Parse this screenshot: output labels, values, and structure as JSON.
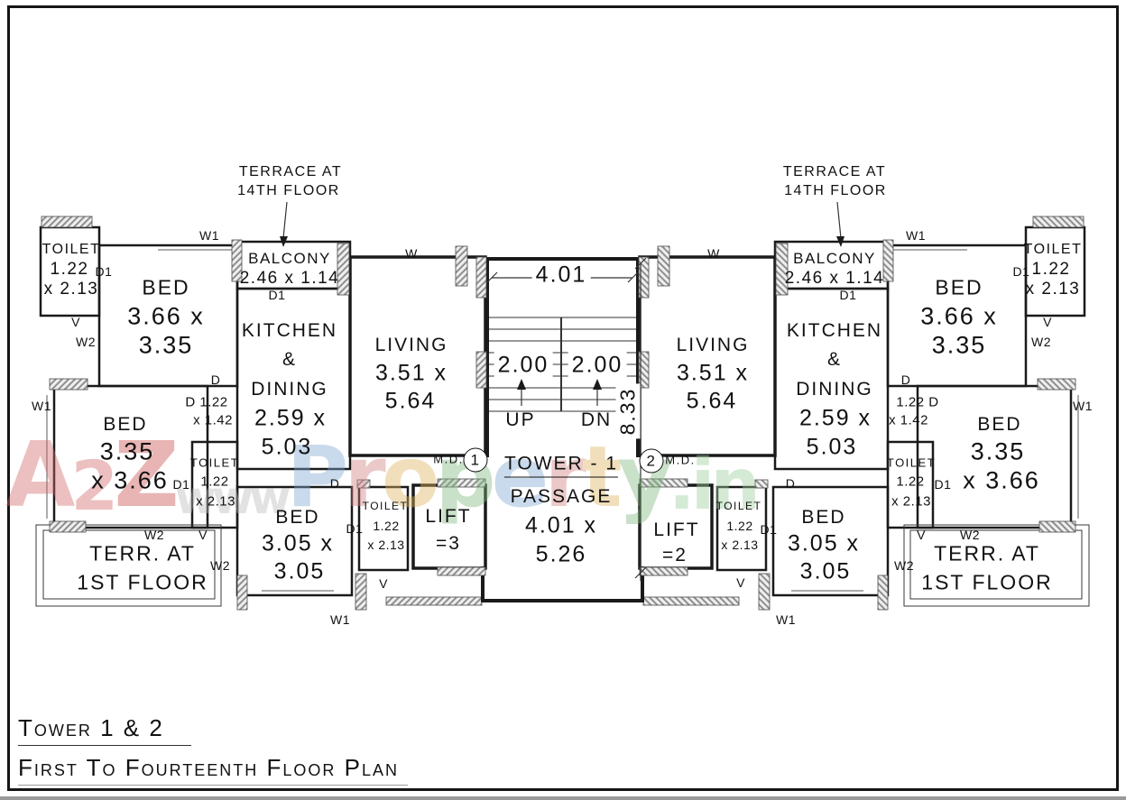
{
  "page": {
    "title_line1": "Tower 1 & 2",
    "title_line2": "First To Fourteenth  Floor Plan"
  },
  "callout": {
    "line1": "TERRACE AT",
    "line2": "14TH FLOOR"
  },
  "rooms": {
    "toilet": {
      "name": "TOILET",
      "d1": "1.22",
      "d2": "x 2.13"
    },
    "bed_top": {
      "name": "BED",
      "d1": "3.66 x",
      "d2": "3.35"
    },
    "balcony": {
      "name": "BALCONY",
      "d": "2.46 x 1.14"
    },
    "kitchen": {
      "l1": "KITCHEN",
      "l2": "&",
      "l3": "DINING",
      "d1": "2.59 x",
      "d2": "5.03"
    },
    "living": {
      "name": "LIVING",
      "d1": "3.51 x",
      "d2": "5.64"
    },
    "bed_mid": {
      "name": "BED",
      "d1": "3.35",
      "d2": "x 3.66"
    },
    "terrace": {
      "l1": "TERR. AT",
      "l2": "1ST FLOOR"
    },
    "bed_small": {
      "name": "BED",
      "d1": "3.05 x",
      "d2": "3.05"
    },
    "lift3": {
      "name": "LIFT",
      "count": "=3"
    },
    "lift2": {
      "name": "LIFT",
      "count": "=2"
    }
  },
  "core": {
    "dim_width": "4.01",
    "dim_flight": "2.00",
    "up": "UP",
    "dn": "DN",
    "dim_height": "8.33",
    "tower_label": "TOWER - 1",
    "passage_name": "PASSAGE",
    "passage_d1": "4.01 x",
    "passage_d2": "5.26",
    "main_door": "M.D.",
    "entry1": "1",
    "entry2": "2"
  },
  "tags": {
    "w": "W",
    "w1": "W1",
    "w2": "W2",
    "v": "V",
    "d": "D",
    "d1": "D1"
  },
  "door_note_left": {
    "l1": "D 1.22",
    "l2": "x 1.42"
  },
  "door_note_right": {
    "l1": "1.22 D",
    "l2": "x 1.42"
  },
  "watermark": {
    "letters": [
      {
        "ch": "A",
        "c": "#d46a6a",
        "s": 100
      },
      {
        "ch": "2",
        "c": "#d46a6a",
        "s": 76
      },
      {
        "ch": "Z",
        "c": "#c94f4f",
        "s": 100
      },
      {
        "ch": "w",
        "c": "#bcbcbc",
        "s": 50
      },
      {
        "ch": "w",
        "c": "#bcbcbc",
        "s": 50
      },
      {
        "ch": "w",
        "c": "#bcbcbc",
        "s": 50
      },
      {
        "ch": "P",
        "c": "#7fa8d4",
        "s": 94
      },
      {
        "ch": "r",
        "c": "#d47f7f",
        "s": 94
      },
      {
        "ch": "o",
        "c": "#dfb55e",
        "s": 94
      },
      {
        "ch": "p",
        "c": "#7db87d",
        "s": 94
      },
      {
        "ch": "e",
        "c": "#7fa8d4",
        "s": 94
      },
      {
        "ch": "r",
        "c": "#d47f7f",
        "s": 94
      },
      {
        "ch": "t",
        "c": "#dfb55e",
        "s": 94
      },
      {
        "ch": "y",
        "c": "#7db87d",
        "s": 94
      },
      {
        "ch": ".",
        "c": "#9ccf9c",
        "s": 78
      },
      {
        "ch": "i",
        "c": "#9ccf9c",
        "s": 78
      },
      {
        "ch": "n",
        "c": "#9ccf9c",
        "s": 78
      }
    ]
  }
}
